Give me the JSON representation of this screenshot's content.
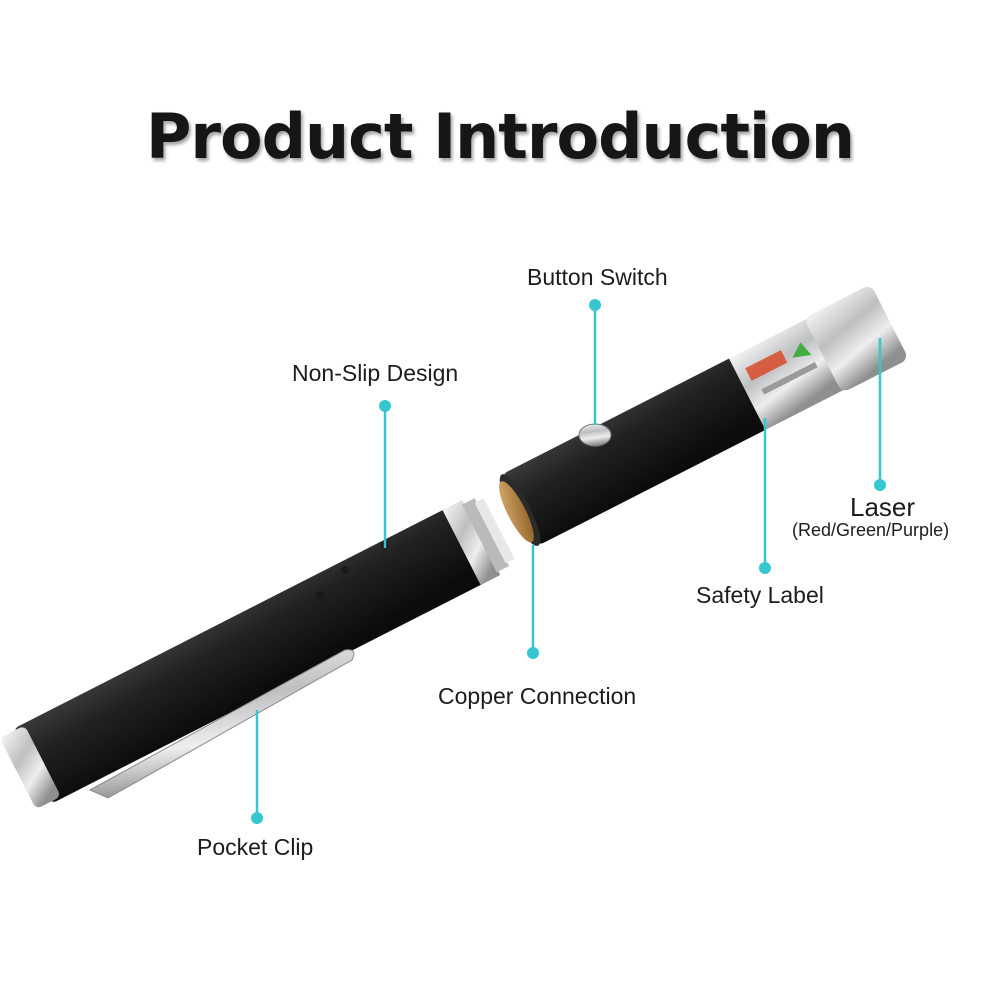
{
  "title": "Product Introduction",
  "labels": {
    "button_switch": "Button Switch",
    "non_slip": "Non-Slip Design",
    "laser": "Laser",
    "laser_colors": "(Red/Green/Purple)",
    "safety_label": "Safety Label",
    "copper_connection": "Copper Connection",
    "pocket_clip": "Pocket Clip"
  },
  "colors": {
    "callout": "#35c6cf",
    "body": "#1f1f1f",
    "metal": "#c9cbcd"
  }
}
